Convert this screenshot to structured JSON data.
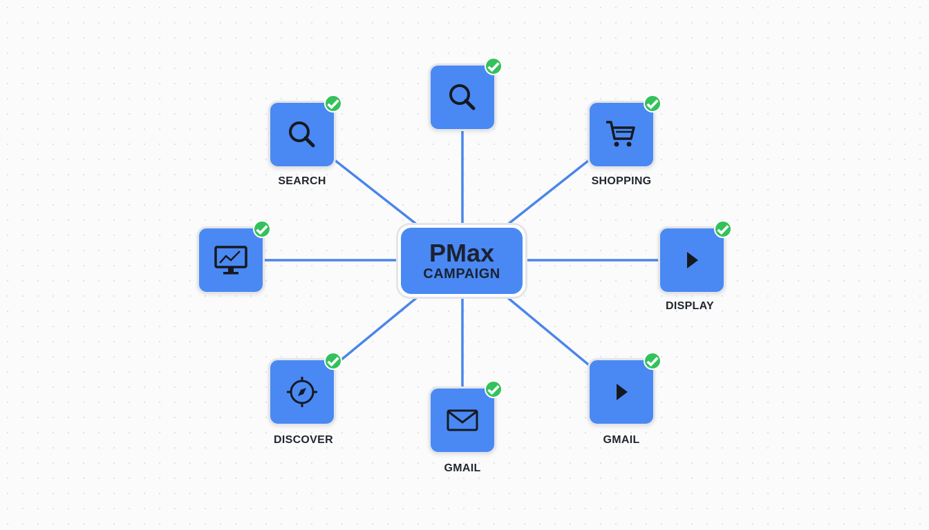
{
  "center": {
    "title": "PMax",
    "subtitle": "CAMPAIGN"
  },
  "colors": {
    "node": "#4a89f3",
    "line": "#4a86e8",
    "check": "#34c15b"
  },
  "nodes": [
    {
      "id": "top",
      "icon": "search-icon",
      "label": ""
    },
    {
      "id": "search",
      "icon": "search-icon",
      "label": "SEARCH"
    },
    {
      "id": "shopping",
      "icon": "shopping-cart-icon",
      "label": "SHOPPING"
    },
    {
      "id": "left",
      "icon": "monitor-chart-icon",
      "label": ""
    },
    {
      "id": "display",
      "icon": "play-icon",
      "label": "DISPLAY"
    },
    {
      "id": "discover",
      "icon": "compass-icon",
      "label": "DISCOVER"
    },
    {
      "id": "gmail-bottom",
      "icon": "mail-icon",
      "label": "GMAIL"
    },
    {
      "id": "gmail-right",
      "icon": "play-icon",
      "label": "GMAIL"
    }
  ]
}
